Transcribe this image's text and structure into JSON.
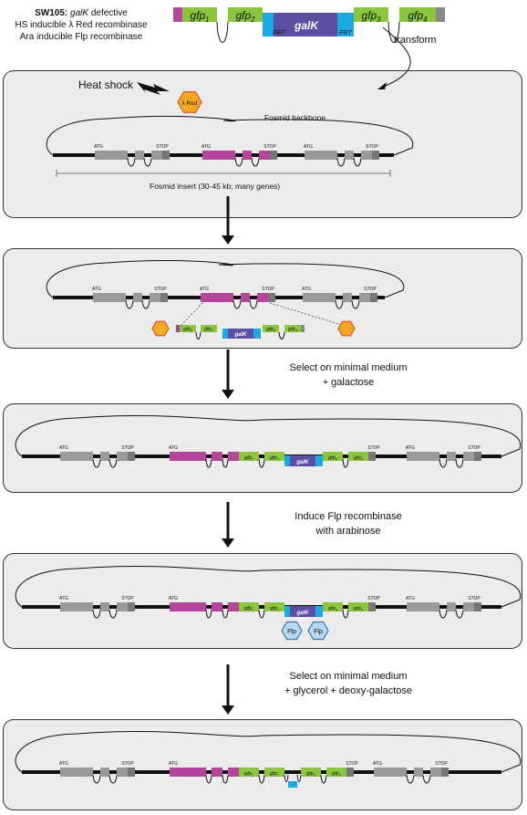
{
  "strain": {
    "name": "SW105:",
    "gene": "galK",
    "line1_rest": "defective",
    "line2": "HS inducible λ Red recombinase",
    "line3": "Ara inducible Flp recombinase"
  },
  "cassette": {
    "gfp": [
      "gfp",
      "gfp",
      "gfp",
      "gfp"
    ],
    "subscripts": [
      "1",
      "2",
      "3",
      "4"
    ],
    "frt": "FRT",
    "galk": "galK"
  },
  "transform_label": "transform",
  "panel1": {
    "heat_shock": "Heat shock",
    "red_label": "λ Red",
    "backbone": "Fosmid backbone",
    "insert": "Fosmid insert (30-45 kb; many genes)"
  },
  "gene_labels": {
    "atg": "ATG",
    "stop": "STOP"
  },
  "steps": {
    "select1_line1": "Select on minimal medium",
    "select1_line2": "+ galactose",
    "flp_line1": "Induce Flp recombinase",
    "flp_line2": "with arabinose",
    "select2_line1": "Select on minimal medium",
    "select2_line2": "+ glycerol + deoxy-galactose"
  },
  "flp_label": "Flp",
  "colors": {
    "gfp": "#8cc63f",
    "galk": "#5b4ea3",
    "frt": "#1ba9e1",
    "magenta": "#b5449b",
    "gray": "#9a9a9a",
    "red": "#f7a823",
    "flp": "#b8d7f0",
    "panel": "#ececec"
  }
}
